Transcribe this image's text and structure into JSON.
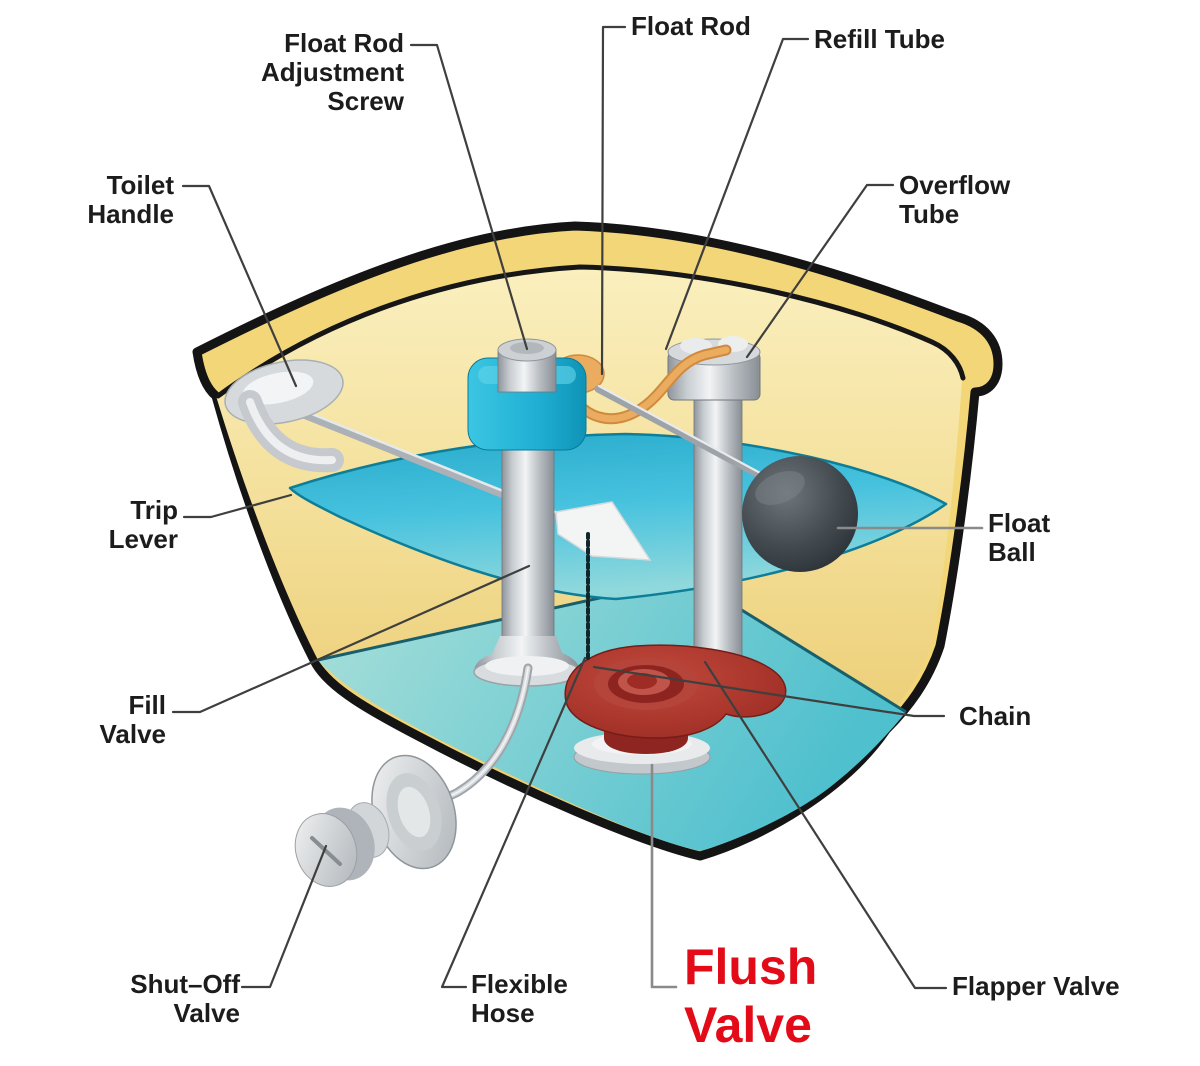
{
  "labels": {
    "float_rod_adjustment_screw": {
      "line1": "Float Rod",
      "line2": "Adjustment",
      "line3": "Screw"
    },
    "float_rod": {
      "line1": "Float Rod"
    },
    "refill_tube": {
      "line1": "Refill Tube"
    },
    "toilet_handle": {
      "line1": "Toilet",
      "line2": "Handle"
    },
    "overflow_tube": {
      "line1": "Overflow",
      "line2": "Tube"
    },
    "trip_lever": {
      "line1": "Trip",
      "line2": "Lever"
    },
    "float_ball": {
      "line1": "Float",
      "line2": "Ball"
    },
    "fill_valve": {
      "line1": "Fill",
      "line2": "Valve"
    },
    "chain": {
      "line1": "Chain"
    },
    "shut_off_valve": {
      "line1": "Shut–Off",
      "line2": "Valve"
    },
    "flexible_hose": {
      "line1": "Flexible",
      "line2": "Hose"
    },
    "flush_valve": {
      "line1": "Flush",
      "line2": "Valve"
    },
    "flapper_valve": {
      "line1": "Flapper Valve"
    }
  },
  "colors": {
    "label_text": "#1C1C1C",
    "flush_valve_text": "#E30B17",
    "outline_black": "#141414",
    "tank_rim_yellow": "#F2D678",
    "interior_yellow_light": "#FAEFBE",
    "interior_yellow_deep": "#E7C463",
    "water_surface_cyan": "#2FB0D2",
    "water_floor_teal": "#52C2CF",
    "water_edge_dark_teal": "#145A66",
    "fill_valve_teal": "#1FAFD3",
    "metal_silver_light": "#F2F4F5",
    "metal_silver_dark": "#8E959B",
    "refill_tube_orange": "#EBAC60",
    "float_ball_gray": "#3C444A",
    "flapper_red": "#A33128",
    "leader_line_dark": "#3F3F3F",
    "leader_line_gray": "#8A8A8A"
  }
}
